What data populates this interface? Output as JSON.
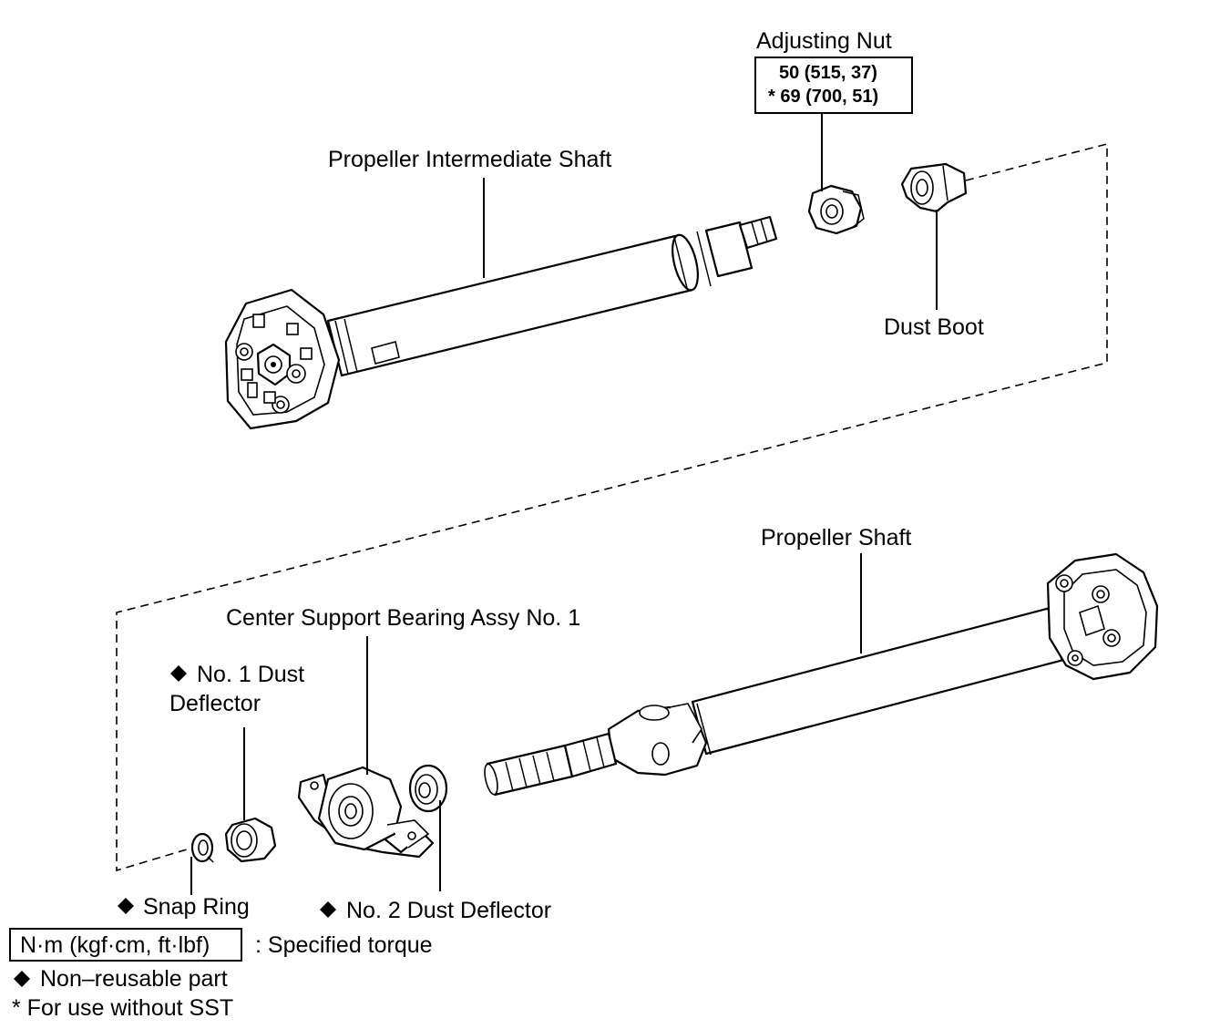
{
  "labels": {
    "adjusting_nut": "Adjusting Nut",
    "torque_1": "50 (515, 37)",
    "torque_2": "* 69 (700, 51)",
    "intermediate_shaft": "Propeller Intermediate Shaft",
    "dust_boot": "Dust Boot",
    "propeller_shaft": "Propeller Shaft",
    "center_support": "Center Support Bearing Assy No. 1",
    "dust_deflector_1_line1": "No. 1 Dust",
    "dust_deflector_1_line2": "Deflector",
    "snap_ring": "Snap Ring",
    "dust_deflector_2": "No. 2 Dust Deflector"
  },
  "legend": {
    "unit": "N·m (kgf·cm, ft·lbf)",
    "unit_meaning": ": Specified torque",
    "non_reusable": "Non–reusable part",
    "sst_note": "* For use without SST"
  },
  "symbols": {
    "non_reusable_marker": "diamond-icon"
  }
}
